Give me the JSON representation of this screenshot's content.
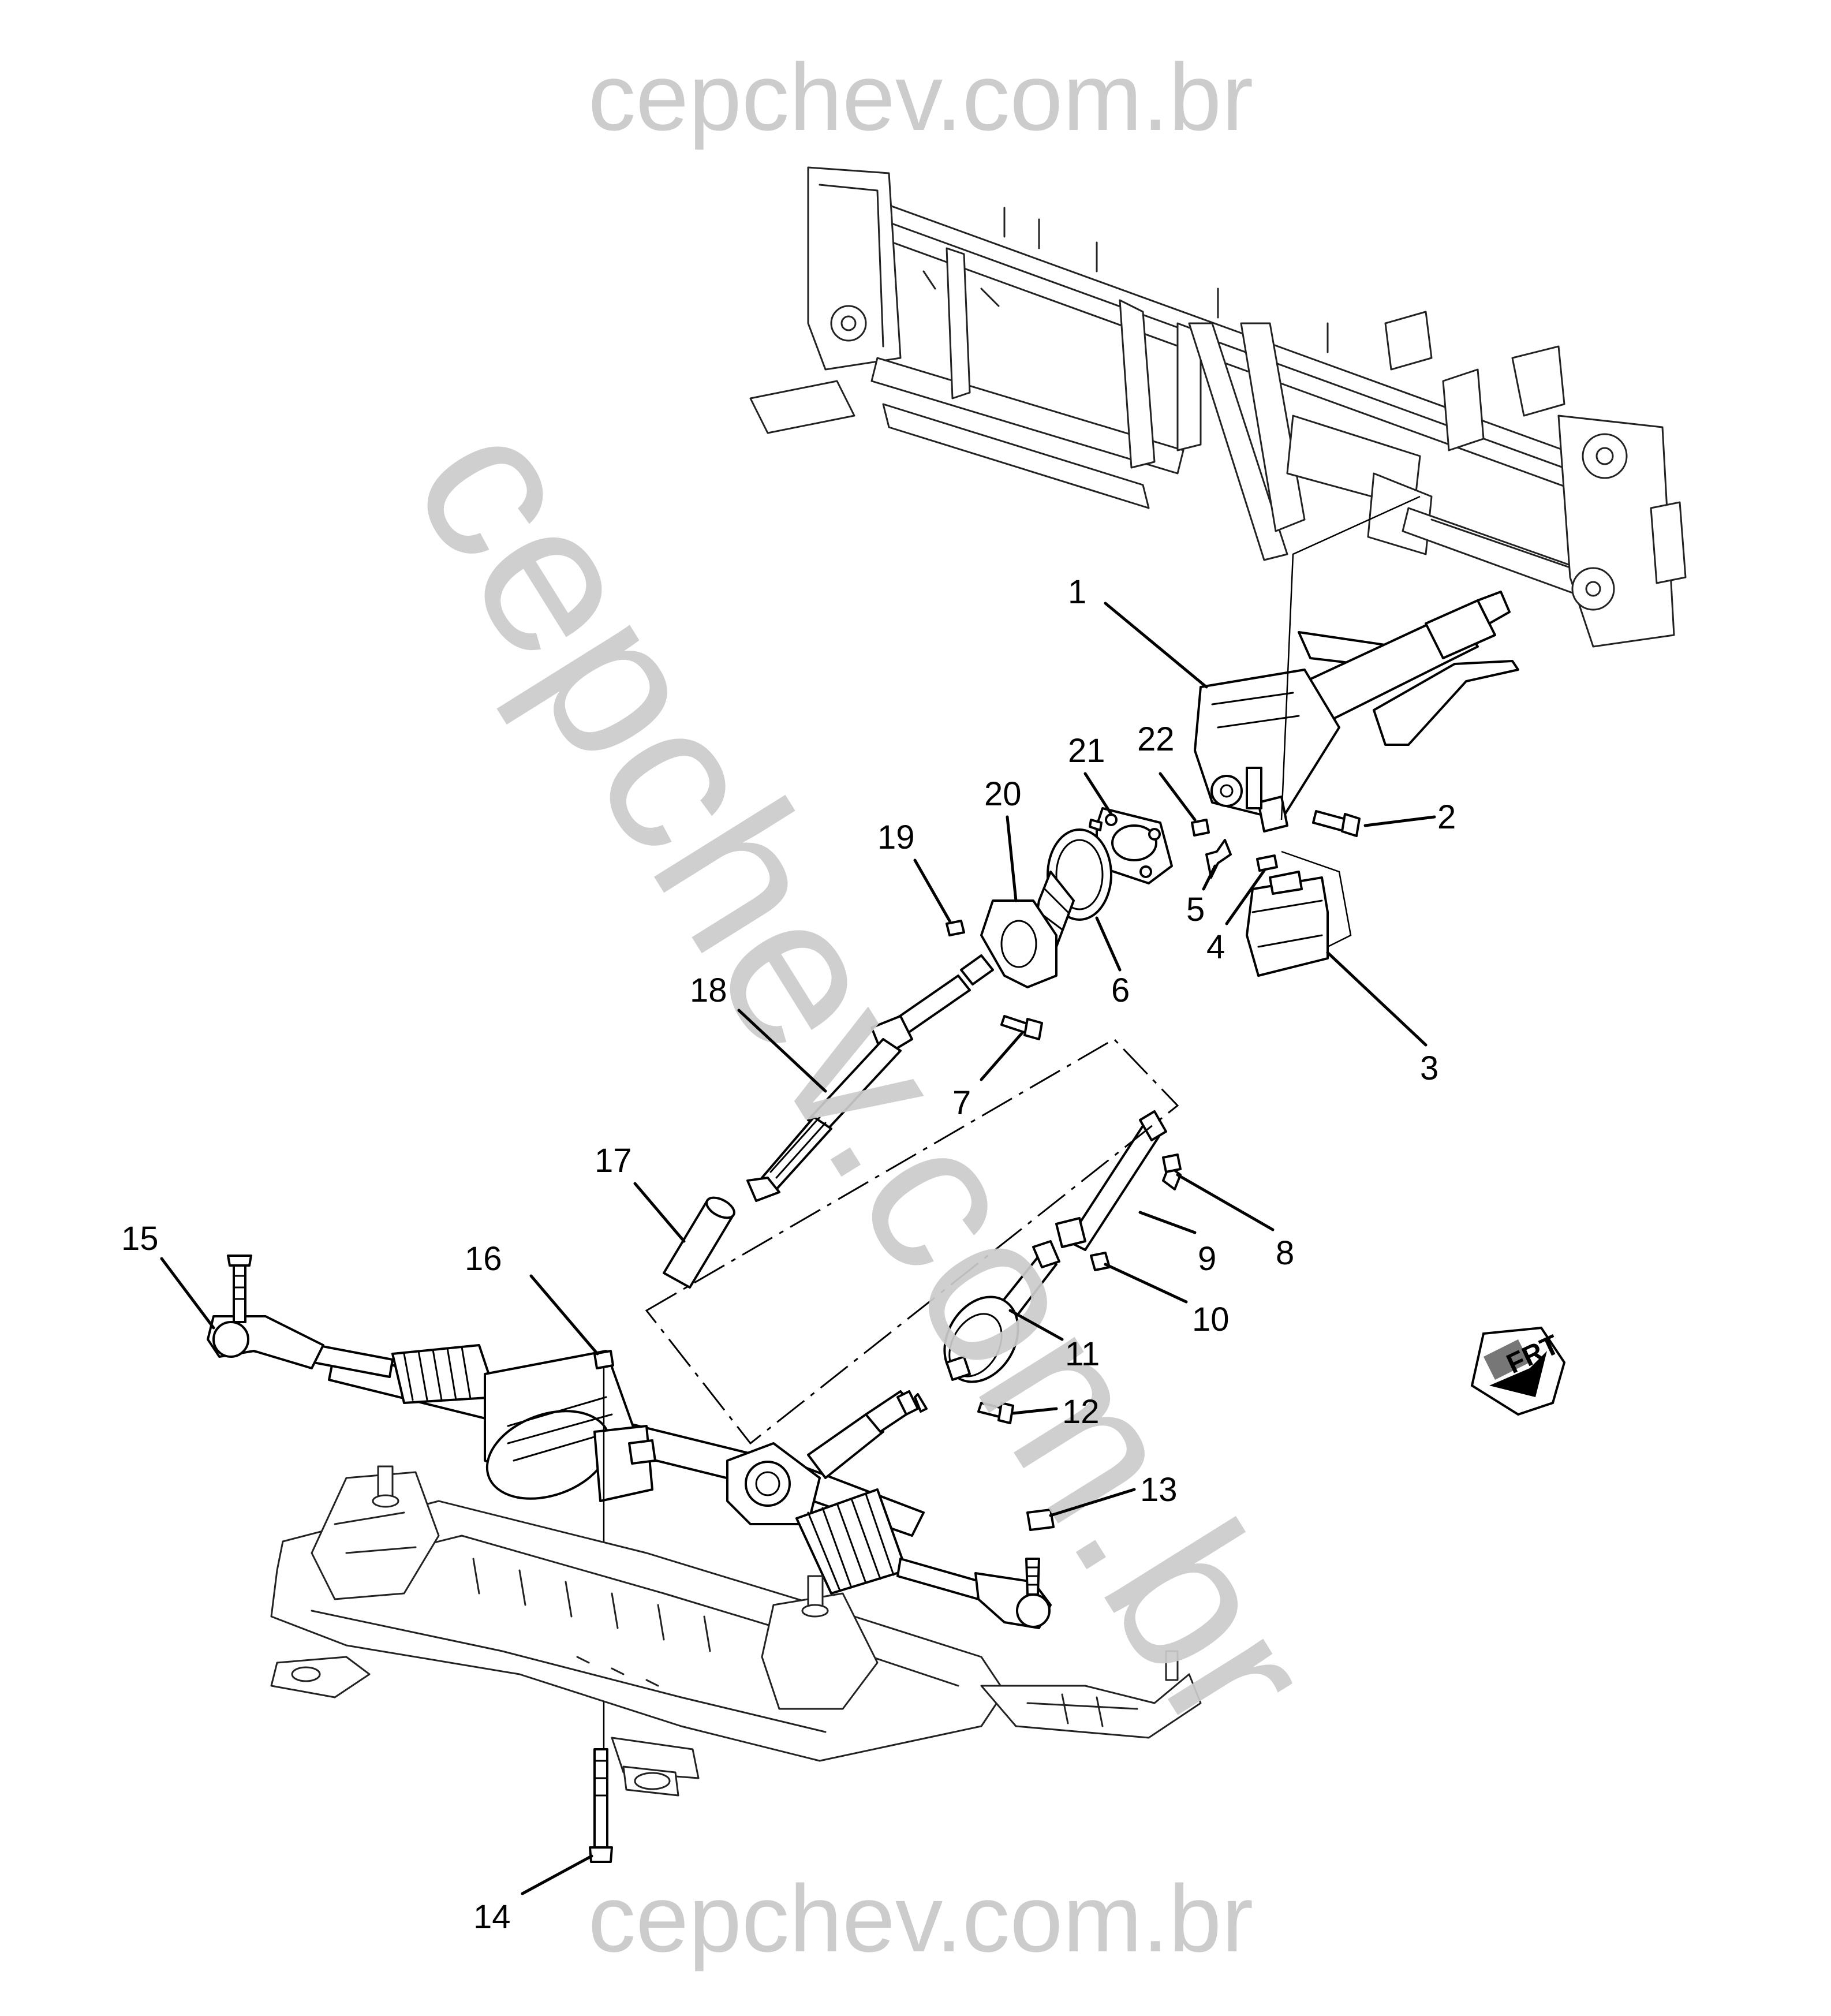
{
  "watermark": {
    "top": "cepchev.com.br",
    "diagonal": "cepchev.com.br",
    "bottom": "cepchev.com.br",
    "color": "#cccccc"
  },
  "direction_marker": {
    "label": "FRT"
  },
  "callouts": [
    "1",
    "2",
    "3",
    "4",
    "5",
    "6",
    "7",
    "8",
    "9",
    "10",
    "11",
    "12",
    "13",
    "14",
    "15",
    "16",
    "17",
    "18",
    "19",
    "20",
    "21",
    "22"
  ]
}
